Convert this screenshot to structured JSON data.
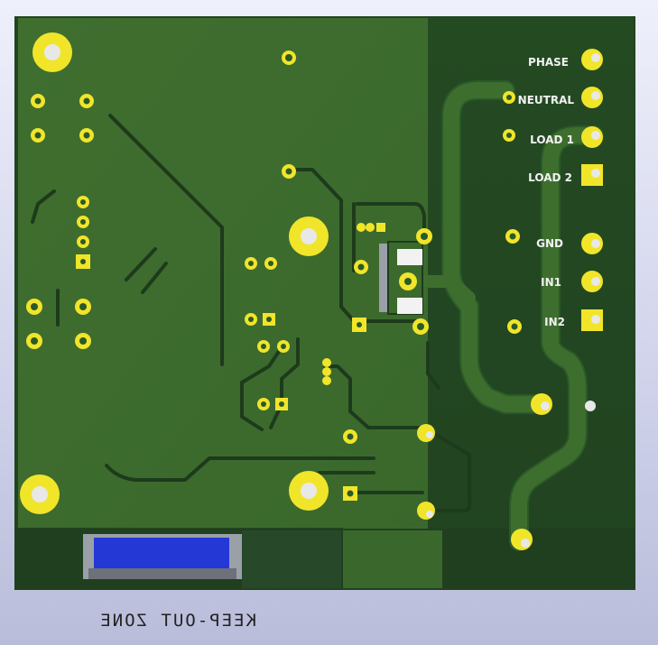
{
  "board": {
    "colors": {
      "substrate": "#3b6e2b",
      "copper_fill": "#244d22",
      "trace": "#1c3a1b",
      "trace_outline": "#2a5a27",
      "pad_gold": "#f1e52a",
      "drill": "#e8e8e8",
      "bottom_strip": "#1f3f1f",
      "connector_blue": "#2438d6",
      "connector_gray": "#9aa0a8"
    },
    "connector_labels": [
      "PHASE",
      "NEUTRAL",
      "LOAD 1",
      "LOAD 2",
      "GND",
      "IN1",
      "IN2"
    ],
    "keepout_label": "KEEP-OUT ZONE"
  }
}
